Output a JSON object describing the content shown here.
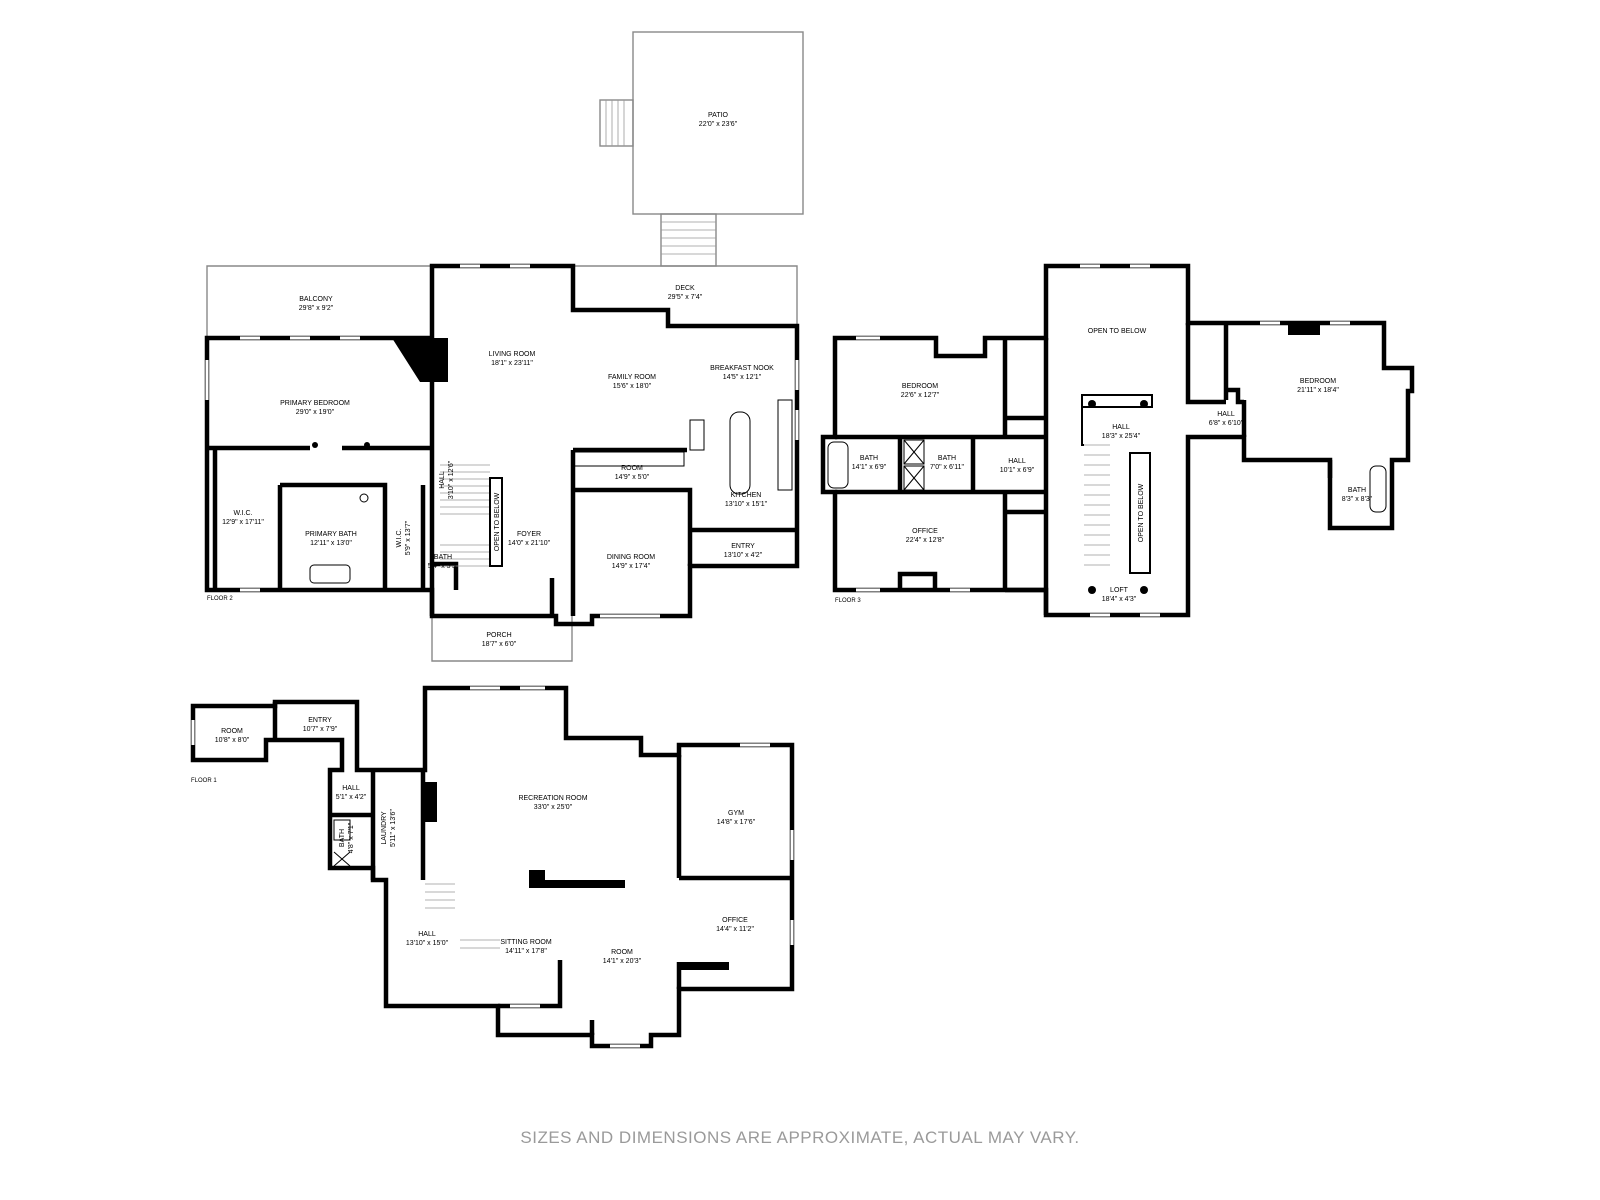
{
  "floors": [
    {
      "id": "floor2",
      "label": "FLOOR 2",
      "rooms": [
        {
          "name": "PATIO",
          "dims": "22'0\" x 23'6\""
        },
        {
          "name": "BALCONY",
          "dims": "29'8\" x 9'2\""
        },
        {
          "name": "DECK",
          "dims": "29'5\" x 7'4\""
        },
        {
          "name": "LIVING ROOM",
          "dims": "18'1\" x 23'11\""
        },
        {
          "name": "FAMILY ROOM",
          "dims": "15'6\" x 18'0\""
        },
        {
          "name": "BREAKFAST NOOK",
          "dims": "14'5\" x 12'1\""
        },
        {
          "name": "PRIMARY BEDROOM",
          "dims": "29'0\" x 19'0\""
        },
        {
          "name": "ROOM",
          "dims": "14'9\" x 5'0\""
        },
        {
          "name": "KITCHEN",
          "dims": "13'10\" x 15'1\""
        },
        {
          "name": "HALL",
          "dims": "3'10\" x 12'6\""
        },
        {
          "name": "W.I.C.",
          "dims": "12'9\" x 17'11\""
        },
        {
          "name": "PRIMARY BATH",
          "dims": "12'11\" x 13'0\""
        },
        {
          "name": "W.I.C.",
          "dims": "5'9\" x 13'7\""
        },
        {
          "name": "FOYER",
          "dims": "14'0\" x 21'10\""
        },
        {
          "name": "DINING ROOM",
          "dims": "14'9\" x 17'4\""
        },
        {
          "name": "ENTRY",
          "dims": "13'10\" x 4'2\""
        },
        {
          "name": "BATH",
          "dims": "5'4\" x 5'5\""
        },
        {
          "name": "PORCH",
          "dims": "18'7\" x 6'0\""
        }
      ],
      "annotations": [
        "OPEN TO BELOW"
      ]
    },
    {
      "id": "floor3",
      "label": "FLOOR 3",
      "rooms": [
        {
          "name": "BEDROOM",
          "dims": "22'6\" x 12'7\""
        },
        {
          "name": "BATH",
          "dims": "14'1\" x 6'9\""
        },
        {
          "name": "BATH",
          "dims": "7'0\" x 6'11\""
        },
        {
          "name": "HALL",
          "dims": "10'1\" x 6'9\""
        },
        {
          "name": "HALL",
          "dims": "18'3\" x 25'4\""
        },
        {
          "name": "HALL",
          "dims": "6'8\" x 6'10\""
        },
        {
          "name": "BEDROOM",
          "dims": "21'11\" x 18'4\""
        },
        {
          "name": "BATH",
          "dims": "8'3\" x 8'3\""
        },
        {
          "name": "OFFICE",
          "dims": "22'4\" x 12'8\""
        },
        {
          "name": "LOFT",
          "dims": "18'4\" x 4'3\""
        }
      ],
      "annotations": [
        "OPEN TO BELOW",
        "OPEN TO BELOW"
      ]
    },
    {
      "id": "floor1",
      "label": "FLOOR 1",
      "rooms": [
        {
          "name": "ROOM",
          "dims": "10'8\" x 8'0\""
        },
        {
          "name": "ENTRY",
          "dims": "10'7\" x 7'9\""
        },
        {
          "name": "HALL",
          "dims": "5'1\" x 4'2\""
        },
        {
          "name": "BATH",
          "dims": "4'8\" x 7'1\""
        },
        {
          "name": "LAUNDRY",
          "dims": "5'11\" x 13'6\""
        },
        {
          "name": "RECREATION ROOM",
          "dims": "33'0\" x 25'0\""
        },
        {
          "name": "GYM",
          "dims": "14'8\" x 17'6\""
        },
        {
          "name": "OFFICE",
          "dims": "14'4\" x 11'2\""
        },
        {
          "name": "HALL",
          "dims": "13'10\" x 15'0\""
        },
        {
          "name": "SITTING ROOM",
          "dims": "14'11\" x 17'8\""
        },
        {
          "name": "ROOM",
          "dims": "14'1\" x 20'3\""
        }
      ],
      "annotations": []
    }
  ],
  "footer": "SIZES AND DIMENSIONS ARE APPROXIMATE, ACTUAL MAY VARY."
}
